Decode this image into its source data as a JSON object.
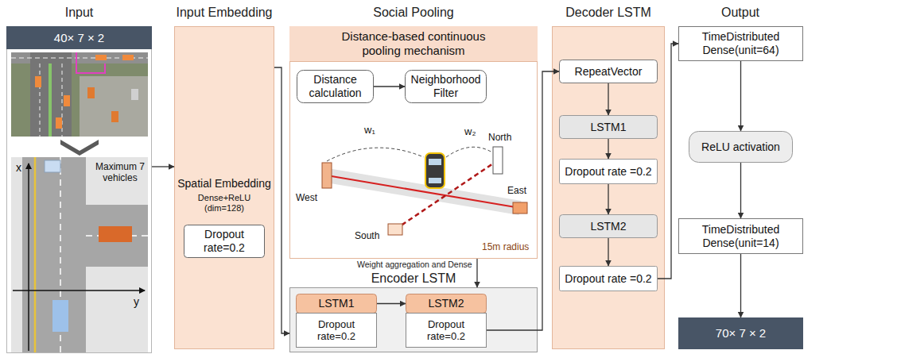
{
  "diagram": {
    "nodes": [
      {
        "text": [
          "Input",
          "40× 7 × 2"
        ]
      },
      {
        "text": [
          "Input Embedding",
          "Spatial Embedding",
          "Dense+ReLU (dim=128)"
        ]
      },
      {
        "text": [
          "Dropout rate=0.2"
        ],
        "in": 1
      },
      {
        "text": [
          "Social Pooling",
          "Distance-based continuous pooling mechanism"
        ]
      },
      {
        "text": [
          "Distance calculation"
        ],
        "in": 3
      },
      {
        "text": [
          "Neighborhood Filter"
        ],
        "in": 3
      },
      {
        "text": [
          "Encoder LSTM"
        ]
      },
      {
        "text": [
          "LSTM1"
        ],
        "in": 6
      },
      {
        "text": [
          "Dropout rate=0.2"
        ],
        "in": 6
      },
      {
        "text": [
          "LSTM2"
        ],
        "in": 6
      },
      {
        "text": [
          "Dropout rate=0.2"
        ],
        "in": 6
      },
      {
        "text": [
          "Decoder LSTM"
        ]
      },
      {
        "text": [
          "RepeatVector"
        ],
        "in": 11
      },
      {
        "text": [
          "LSTM1"
        ],
        "in": 11
      },
      {
        "text": [
          "Dropout rate =0.2"
        ],
        "in": 11
      },
      {
        "text": [
          "LSTM2"
        ],
        "in": 11
      },
      {
        "text": [
          "Dropout rate =0.2"
        ],
        "in": 11
      },
      {
        "text": [
          "TimeDistributed Dense(unit=64)"
        ]
      },
      {
        "text": [
          "ReLU activation"
        ]
      },
      {
        "text": [
          "TimeDistributed Dense(unit=14)"
        ]
      },
      {
        "text": [
          "70× 7 × 2"
        ]
      }
    ],
    "edges": [
      {
        "from": 0,
        "to": 1,
        "arrow": "to"
      },
      {
        "from": 1,
        "to": 6,
        "arrow": "to"
      },
      {
        "from": 4,
        "to": 5,
        "arrow": "to"
      },
      {
        "from": 3,
        "to": 6,
        "label": "Weight aggregation and Dense",
        "arrow": "to"
      },
      {
        "from": 7,
        "to": 9,
        "arrow": "to"
      },
      {
        "from": 10,
        "to": 12,
        "arrow": "to"
      },
      {
        "from": 12,
        "to": 13,
        "arrow": "to"
      },
      {
        "from": 13,
        "to": 14,
        "arrow": "to"
      },
      {
        "from": 14,
        "to": 15,
        "arrow": "to"
      },
      {
        "from": 15,
        "to": 16,
        "arrow": "to"
      },
      {
        "from": 16,
        "to": 17,
        "arrow": "to"
      },
      {
        "from": 17,
        "to": 18,
        "arrow": "to"
      },
      {
        "from": 18,
        "to": 19,
        "arrow": "to"
      },
      {
        "from": 19,
        "to": 20,
        "arrow": "to"
      }
    ],
    "labels": [
      "Output",
      "x",
      "y",
      "Maximum 7 vehicles",
      "w₁",
      "w₂",
      "West",
      "North",
      "East",
      "South",
      "15m radius"
    ]
  }
}
